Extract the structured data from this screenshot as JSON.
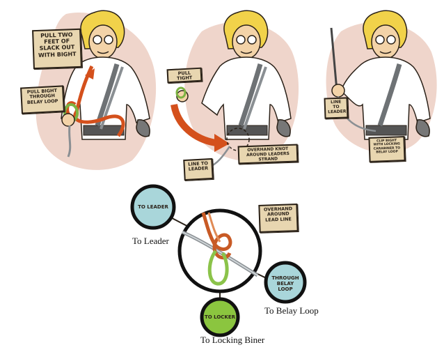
{
  "panel1": {
    "pull_two_feet": "PULL TWO FEET OF SLACK OUT WITH BIGHT",
    "pull_bight": "PULL BIGHT THROUGH BELAY LOOP"
  },
  "panel2": {
    "pull_tight": "PULL TIGHT",
    "overhand_knot": "OVERHAND KNOT AROUND LEADERS STRAND",
    "line_to_leader": "LINE TO LEADER"
  },
  "panel3": {
    "line_to_leader": "LINE TO LEADER",
    "clip_bight": "CLIP BIGHT WITH LOCKING CARABINER TO BELAY LOOP"
  },
  "knot_diagram": {
    "to_leader_circle": "TO LEADER",
    "overhand_note": "OVERHAND AROUND LEAD LINE",
    "through_belay_circle": "THROUGH BELAY LOOP",
    "to_locker_circle": "TO LOCKER",
    "to_leader_label": "To Leader",
    "to_belay_loop_label": "To Belay Loop",
    "to_locking_biner_label": "To Locking Biner"
  },
  "colors": {
    "skin": "#f3d3a8",
    "hair": "#f1d24a",
    "shirt": "#ffffff",
    "rope_orange": "#d4501c",
    "rope_green": "#8bc34a",
    "rope_gray": "#8a8f93",
    "blob": "#efd5cb",
    "note_bg": "#e8d6b0",
    "circle_blue": "#a9d6da",
    "circle_green": "#8bc53f"
  }
}
